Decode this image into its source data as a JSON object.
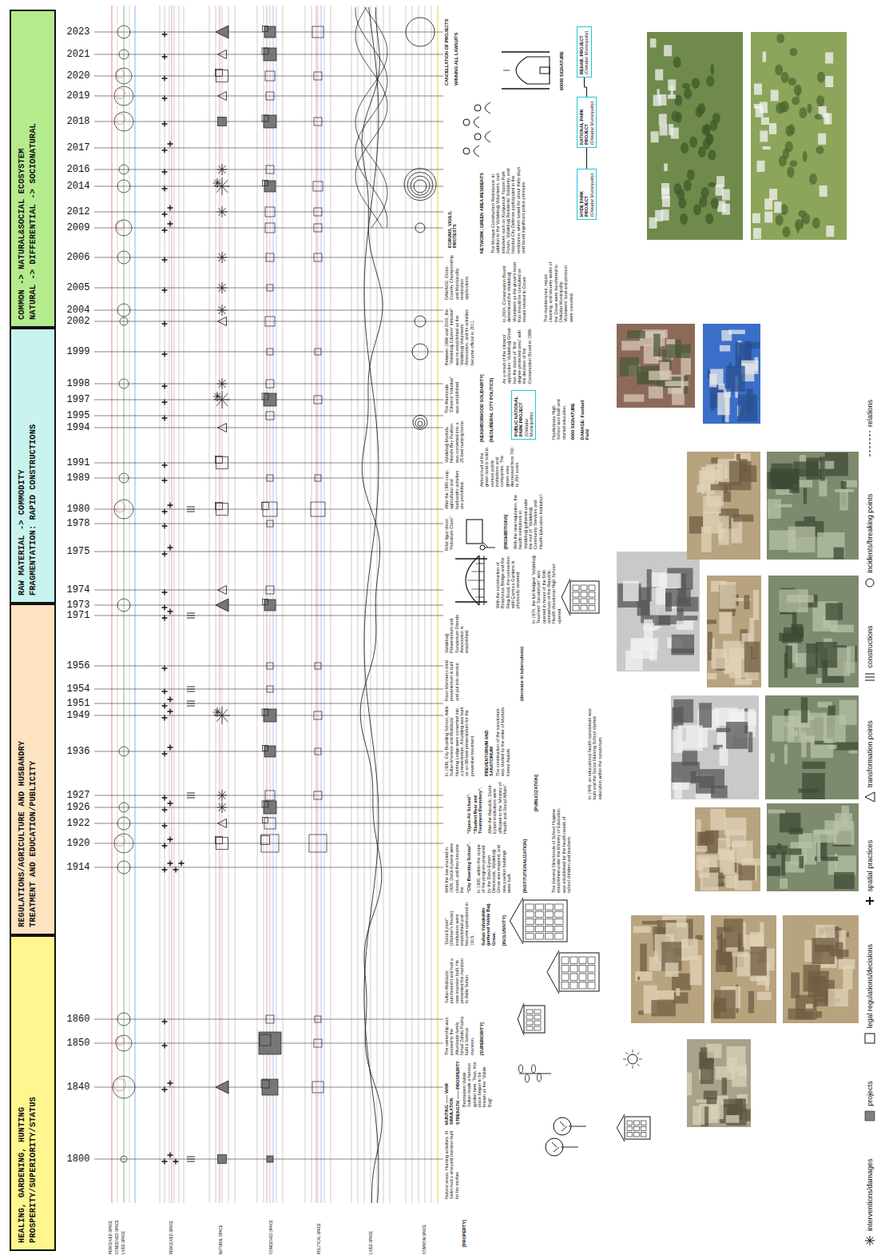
{
  "diagram": {
    "nodes": [
      {
        "text": [
          "HEALING, GARDENING, HUNTING",
          "PROSPERITY/SUPERIORITY/STATUS"
        ]
      },
      {
        "text": [
          "REGULATIONS/AGRICULTURE AND HUSBANDRY",
          "TREATMENT AND EDUCATION/PUBLICITY"
        ]
      },
      {
        "text": [
          "RAW MATERIAL -> COMMODITY",
          "FRAGMENTATION: RAPID CONSTRUCTIONS"
        ]
      },
      {
        "text": [
          "COMMON -> NATURAL&SOCIAL ECOSYSTEM",
          "NATURAL -> DIFFERENTIAL -> SOCIONATURAL"
        ]
      },
      {
        "text": [
          "PUBLIC NATIONAL PARK PROJECT",
          "(Üsküdar Municipality)"
        ]
      },
      {
        "text": [
          "HYDE PARK PROJECT",
          "(Üsküdar Municipality)"
        ]
      },
      {
        "text": [
          "NATIONAL PARK PROJECT",
          "(Üsküdar Municipality)"
        ]
      },
      {
        "text": [
          "REHAB. PROJECT",
          "(Üsküdar Municipality)"
        ]
      }
    ],
    "edges": [
      {
        "from": 5,
        "to": 6,
        "arrow": "none"
      },
      {
        "from": 6,
        "to": 7,
        "arrow": "none"
      }
    ],
    "labels": [
      "1800",
      "1840",
      "1850",
      "1860",
      "1914",
      "1920",
      "1922",
      "1926",
      "1927",
      "1936",
      "1949",
      "1951",
      "1954",
      "1956",
      "1971",
      "1973",
      "1974",
      "1975",
      "1978",
      "1980",
      "1989",
      "1991",
      "1994",
      "1995",
      "1997",
      "1998",
      "1999",
      "2002",
      "2004",
      "2005",
      "2006",
      "2009",
      "2012",
      "2014",
      "2016",
      "2017",
      "2018",
      "2019",
      "2020",
      "2021",
      "2023",
      "PERCEIVED SPACE",
      "CONCEIVED SPACE",
      "LIVED SPACE",
      "PERCEIVED SPACE",
      "NATURAL SPACE",
      "CONCEIVED SPACE",
      "POLITICAL SPACE",
      "LIVED SPACE",
      "COMMON SPACE",
      "[PROPERTY]",
      "Natural areas. Hunting activities. III. Selim had a vineyard mansion built for his mother.",
      "HUNTING —— WAR SIMULATION",
      "STRENGTH —— PROSPERITY",
      "Bezmialem Valide Sultan made a famous garden here. Thus, this place began to be known as the “Valide Bağ”.",
      "The ownership was passed to the Altunizade family. İsmail Zühdü Pasha built a famous mansion.",
      "[SUPERIORITY]",
      "Sultan Abdülaziz purchased it and had a new mansion built. He presented the mansion to Adile Sultan.",
      "“Darül-Eytam” (Orphan's House) institutions were established and became operational in 1915.",
      "Sultan Vahideddin gathered Valide Bağ Grove.",
      "[INCLUSIVITY]",
      "In 1920, within the scope of the program prepared by the Darül-Eytam Directorate, Validebağ Grove was mapped, and new pavilion buildings were built.",
      "With the law enacted in 1926, Darül-Eytams were closed, and they became the",
      "“City Boarding School”.",
      "“Open-Air School”.",
      "“Student Rest and Treatment Dormitory”.",
      "After the Republic, Darül-Eytam institutions were affiliated to the “Ministry of Health and Social Affairs”.",
      "[INSTITUTIONALIZATION]",
      "The General Directorate of School Hygiene established under the Ministry of Education, was established for the health needs of school children and teachers.",
      "[PUBLICIZATION]",
      "In 1936, City Boarding School, Adile Sultan Mansion and Abdülaziz Hunting Lodge were converted into a preventorium. A building was built as an 88-bed preventorium for the preventive treatment.",
      "PREVENTORIUM AND SANATORIUM",
      "The construction of the sanatorium was started by the order of Mustafa Kemal Atatürk.",
      "In 1949, an educational health sanatorium was built and the Social Nursing School started education within the sanatorium.",
      "İhsan Mermerci child preventorium is built and put into service.",
      "Validebağ Preventorium and Sanatorium Friends Association is established.",
      "(decrease in tuberculosis)",
      "With the construction of Bosphorus Bridge and the Ring Road, the connection with Çamlıca Gardens is physically severed.",
      "In 1974, the full-fledged “Validebağ Teachers' Sanatorium” was opened in honor of the 50th anniversary of the Republic. Health Vocational High School opened.",
      "Rıfat Ilgaz shoot “Hababam Class”",
      "[PROHIBITIONS]",
      "With the new regulation, the health institutions in Validebağ gathered under the roof of “Validebağ Community Services and Health Education Institution”.",
      "After the 1980 coup, agricultural and husbandry activities are prohibited.",
      "Validebağ Mustafa Nezahi Bey Pavilion was converted into a 25-bed nursing home.",
      "Almost half of the green land is sold to various public institutions and companies. The green area decreased from 700 to 354 acres.",
      "[NEIGHBORHOOD SOLIDARITY]",
      "[NEOLIBERAL CITY POLITICS]",
      "The Altunizade “Citizens' Initiative” was established.",
      "Haydarpaşa High School was built and started education.",
      "6000 SIGNATURE",
      "DAMAGE: Football Field",
      "As a result of the citizens' application, Validebağ Grove has the status of “first degree protected area” with the decision of the Conservation Board in 1999.",
      "Between 1999 and 2000, the “Validebağ Citizens' Initiative” was re-established as the Validebağ Volunteers Association, and its activities became official in 2011.",
      "In 2004, Conservation Board determined the Validebağ Volunteers as the grove's team that should be consulted on issues related to Grove.",
      "The maintenance, repair-cleaning, and security works of the Grove were transferred to Üsküdar Municipality. Volunteers' land and protocol were canceled.",
      "DAMAGE: Cross-Country Championship and Municipality restoration applications.",
      "NETWORK: GREEN AREA RESIDENTS",
      "The Mosque Construction Resistance: In addition to the Validebağ Volunteers, civil initiatives such as Kuzguncuk Yaşam Park Forum, Validebağ Residents' Solidarity, and Istanbul City Defense participated in the resistance, which lasted for about thirty days and faced significant police pressure.",
      "FORUMS, VIGILS, PROTESTS",
      "CANCELLATION OF PROJECTS",
      "WINNING ALL LAWSUITS",
      "60000 SIGNATURE"
    ],
    "legend": [
      {
        "text": "interventions/damages"
      },
      {
        "text": "projects",
        "color": "#808080"
      },
      {
        "text": "legal regulations/decisions"
      },
      {
        "text": "spatial practices"
      },
      {
        "text": "transformation points"
      },
      {
        "text": "constructions"
      },
      {
        "text": "incidents/breaking points"
      },
      {
        "text": "relations"
      }
    ]
  }
}
